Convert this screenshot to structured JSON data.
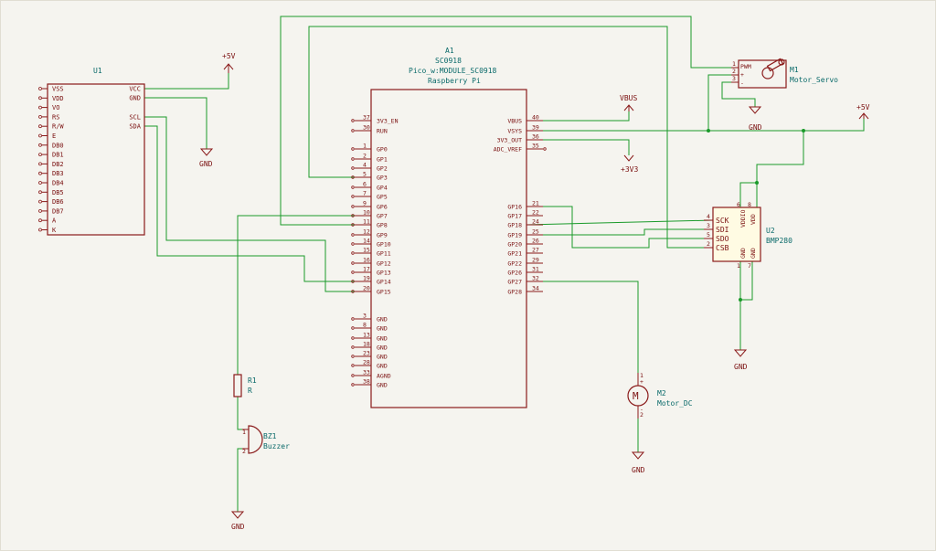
{
  "power": {
    "p5v_a": "+5V",
    "p5v_b": "+5V",
    "vbus": "VBUS",
    "p3v3": "+3V3",
    "gnd_lcd": "GND",
    "gnd_servo": "GND",
    "gnd_bmp": "GND",
    "gnd_motor": "GND",
    "gnd_buzzer": "GND"
  },
  "u1": {
    "ref": "U1",
    "left_pins": [
      "VSS",
      "VDD",
      "VO",
      "RS",
      "R/W",
      "E",
      "DB0",
      "DB1",
      "DB2",
      "DB3",
      "DB4",
      "DB5",
      "DB6",
      "DB7",
      "A",
      "K"
    ],
    "right_pins": [
      "VCC",
      "GND",
      "SCL",
      "SDA"
    ]
  },
  "a1": {
    "ref": "A1",
    "value": "SC0918",
    "footprint": "Pico_w:MODULE_SC0918",
    "mfr": "Raspberry Pi",
    "left_pins": [
      {
        "num": "37",
        "name": "3V3_EN"
      },
      {
        "num": "30",
        "name": "RUN"
      },
      {
        "num": "1",
        "name": "GP0"
      },
      {
        "num": "2",
        "name": "GP1"
      },
      {
        "num": "4",
        "name": "GP2"
      },
      {
        "num": "5",
        "name": "GP3"
      },
      {
        "num": "6",
        "name": "GP4"
      },
      {
        "num": "7",
        "name": "GP5"
      },
      {
        "num": "9",
        "name": "GP6"
      },
      {
        "num": "10",
        "name": "GP7"
      },
      {
        "num": "11",
        "name": "GP8"
      },
      {
        "num": "12",
        "name": "GP9"
      },
      {
        "num": "14",
        "name": "GP10"
      },
      {
        "num": "15",
        "name": "GP11"
      },
      {
        "num": "16",
        "name": "GP12"
      },
      {
        "num": "17",
        "name": "GP13"
      },
      {
        "num": "19",
        "name": "GP14"
      },
      {
        "num": "20",
        "name": "GP15"
      },
      {
        "num": "3",
        "name": "GND"
      },
      {
        "num": "8",
        "name": "GND"
      },
      {
        "num": "13",
        "name": "GND"
      },
      {
        "num": "18",
        "name": "GND"
      },
      {
        "num": "23",
        "name": "GND"
      },
      {
        "num": "28",
        "name": "GND"
      },
      {
        "num": "33",
        "name": "AGND"
      },
      {
        "num": "38",
        "name": "GND"
      }
    ],
    "right_pins": [
      {
        "num": "40",
        "name": "VBUS"
      },
      {
        "num": "39",
        "name": "VSYS"
      },
      {
        "num": "36",
        "name": "3V3_OUT"
      },
      {
        "num": "35",
        "name": "ADC_VREF"
      },
      {
        "num": "21",
        "name": "GP16"
      },
      {
        "num": "22",
        "name": "GP17"
      },
      {
        "num": "24",
        "name": "GP18"
      },
      {
        "num": "25",
        "name": "GP19"
      },
      {
        "num": "26",
        "name": "GP20"
      },
      {
        "num": "27",
        "name": "GP21"
      },
      {
        "num": "29",
        "name": "GP22"
      },
      {
        "num": "31",
        "name": "GP26"
      },
      {
        "num": "32",
        "name": "GP27"
      },
      {
        "num": "34",
        "name": "GP28"
      }
    ]
  },
  "m1": {
    "ref": "M1",
    "value": "Motor_Servo",
    "pwm": "PWM",
    "pins": [
      "1",
      "2",
      "3"
    ],
    "plus": "+",
    "minus": "-"
  },
  "u2": {
    "ref": "U2",
    "value": "BMP280",
    "pins": [
      {
        "num": "4",
        "name": "SCK"
      },
      {
        "num": "3",
        "name": "SDI"
      },
      {
        "num": "5",
        "name": "SDO"
      },
      {
        "num": "2",
        "name": "CSB"
      }
    ],
    "top_pins": [
      {
        "num": "6",
        "name": "VDDIO"
      },
      {
        "num": "8",
        "name": "VDD"
      }
    ],
    "bot_pins": [
      {
        "num": "1",
        "name": "GND"
      },
      {
        "num": "7",
        "name": "GND"
      }
    ]
  },
  "m2": {
    "ref": "M2",
    "value": "Motor_DC",
    "glyph": "M",
    "pin1": "1",
    "pin2": "2",
    "plus": "+",
    "minus": "-"
  },
  "r1": {
    "ref": "R1",
    "value": "R"
  },
  "bz1": {
    "ref": "BZ1",
    "value": "Buzzer",
    "pin1": "1",
    "pin2": "2"
  },
  "colors": {
    "wire": "#1a9a2a",
    "symbol": "#8a1a1a",
    "background": "#f5f4ef"
  }
}
